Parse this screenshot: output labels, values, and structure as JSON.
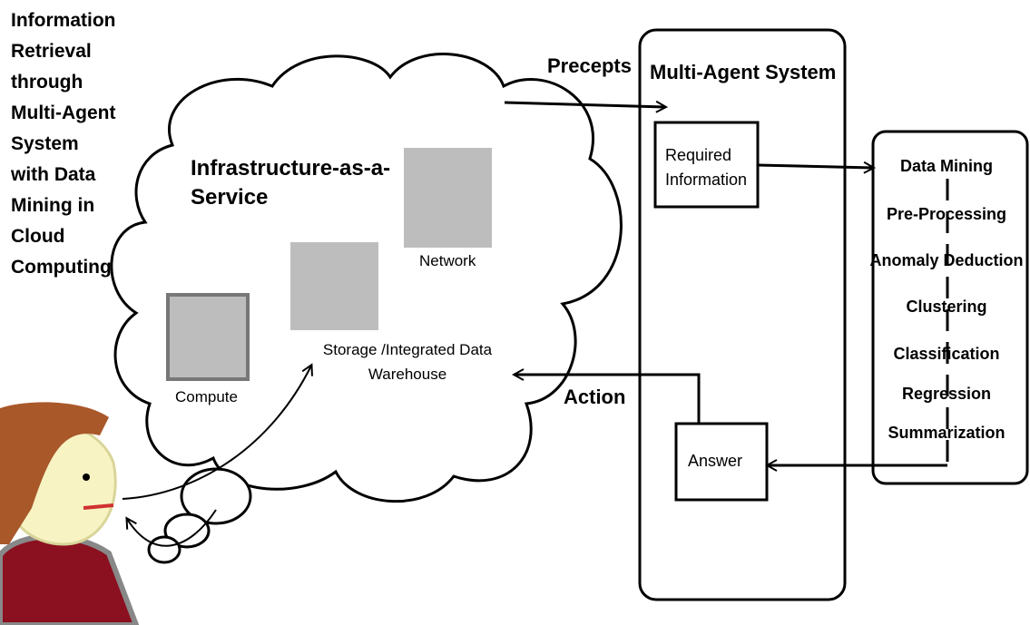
{
  "title": "Information\nRetrieval\nthrough\nMulti-Agent\nSystem\nwith Data\nMining in\nCloud\nComputing",
  "cloud": {
    "title": "Infrastructure-as-a-\nService",
    "network_label": "Network",
    "storage_label": "Storage /Integrated Data\nWarehouse",
    "compute_label": "Compute"
  },
  "arrows": {
    "precepts": "Precepts",
    "action": "Action"
  },
  "mas": {
    "title": "Multi-Agent System",
    "required_info": "Required\nInformation",
    "answer": "Answer"
  },
  "data_mining": {
    "items": [
      "Data Mining",
      "Pre-Processing",
      "Anomaly Deduction",
      "Clustering",
      "Classification",
      "Regression",
      "Summarization"
    ]
  },
  "colors": {
    "resource_gray": "#bdbdbd",
    "hat_brown": "#a9582a",
    "shirt_red": "#8b1020",
    "face_yellow": "#f7f3c3"
  }
}
